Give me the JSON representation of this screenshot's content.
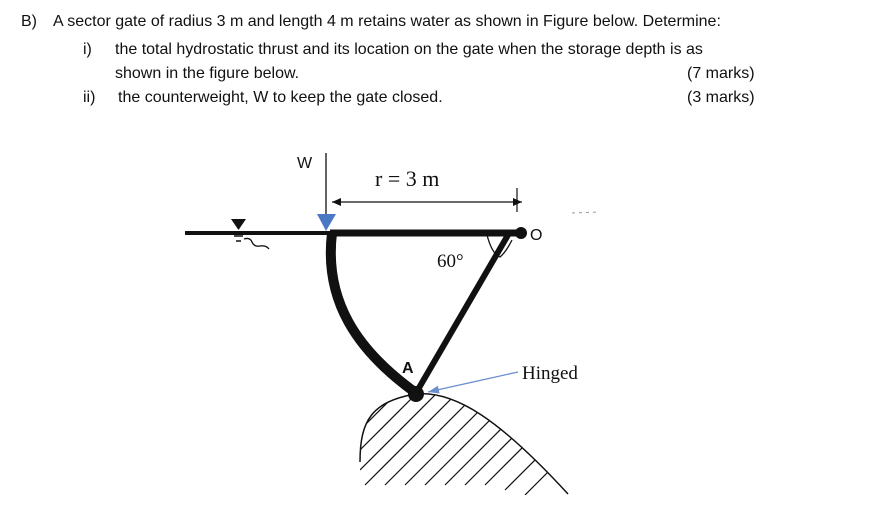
{
  "question": {
    "label": "B)",
    "text": "A sector gate of radius 3 m and length 4 m retains water as shown in Figure below. Determine:",
    "parts": [
      {
        "num": "i)",
        "line1": "the total hydrostatic thrust and its location on the gate when the storage depth is as",
        "line2": "shown in the figure below.",
        "marks": "(7 marks)"
      },
      {
        "num": "ii)",
        "line1": "the counterweight, W to keep the gate closed.",
        "marks": "(3 marks)"
      }
    ]
  },
  "figure": {
    "weight_label": "W",
    "radius_label": "r = 3 m",
    "angle_label": "60°",
    "pivot_label": "O",
    "point_label": "A",
    "hinge_label": "Hinged",
    "colors": {
      "ink": "#111111",
      "arrow_blue": "#4a78c2",
      "hinge_pointer": "#6a8fd0"
    }
  }
}
